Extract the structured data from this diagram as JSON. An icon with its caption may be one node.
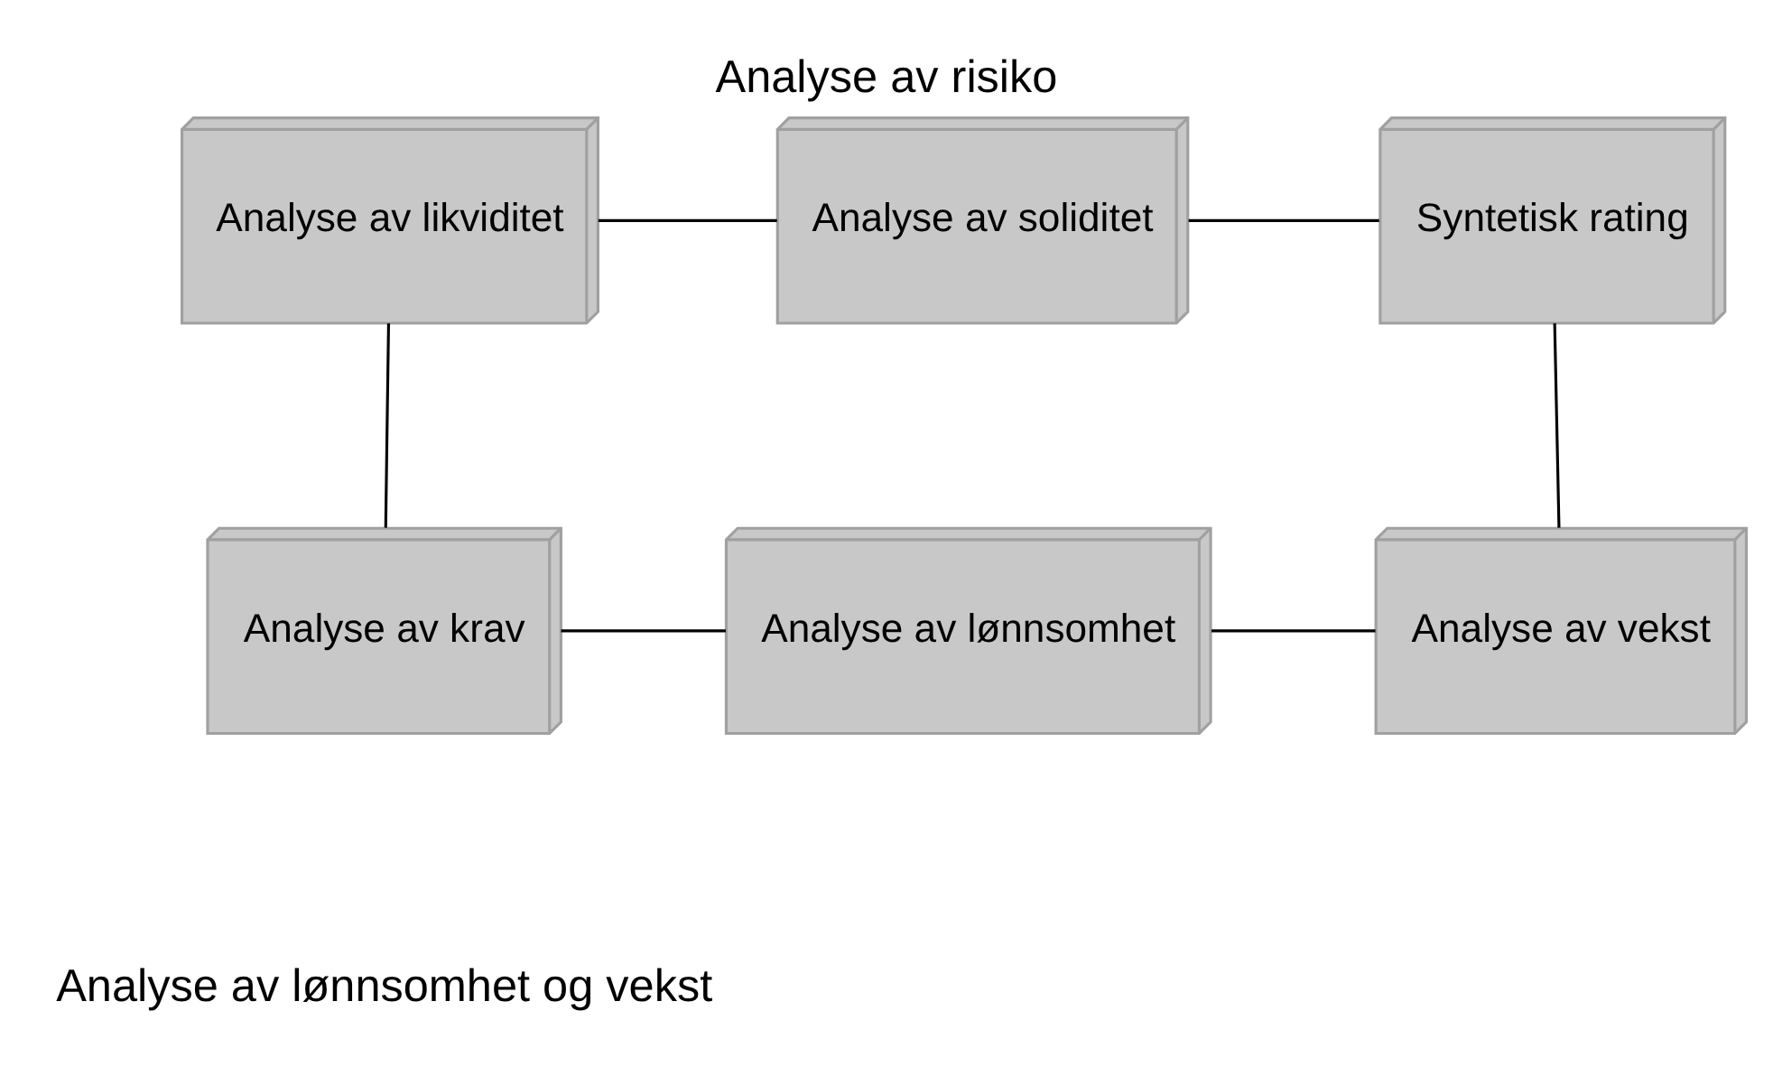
{
  "diagram": {
    "title": "Analyse av risiko",
    "nodes": [
      {
        "text": [
          "Analyse av likviditet"
        ]
      },
      {
        "text": [
          "Analyse av soliditet"
        ]
      },
      {
        "text": [
          "Syntetisk rating"
        ]
      },
      {
        "text": [
          "Analyse av krav"
        ]
      },
      {
        "text": [
          "Analyse av lønnsomhet"
        ]
      },
      {
        "text": [
          "Analyse av vekst"
        ]
      }
    ],
    "edges": [
      {
        "from": 0,
        "to": 1,
        "arrow": "none"
      },
      {
        "from": 1,
        "to": 2,
        "arrow": "none"
      },
      {
        "from": 2,
        "to": 5,
        "arrow": "none"
      },
      {
        "from": 3,
        "to": 4,
        "arrow": "none"
      },
      {
        "from": 4,
        "to": 5,
        "arrow": "none"
      },
      {
        "from": 0,
        "to": 3,
        "arrow": "none"
      }
    ],
    "labels": [
      "Analyse av lønnsomhet og vekst"
    ]
  }
}
